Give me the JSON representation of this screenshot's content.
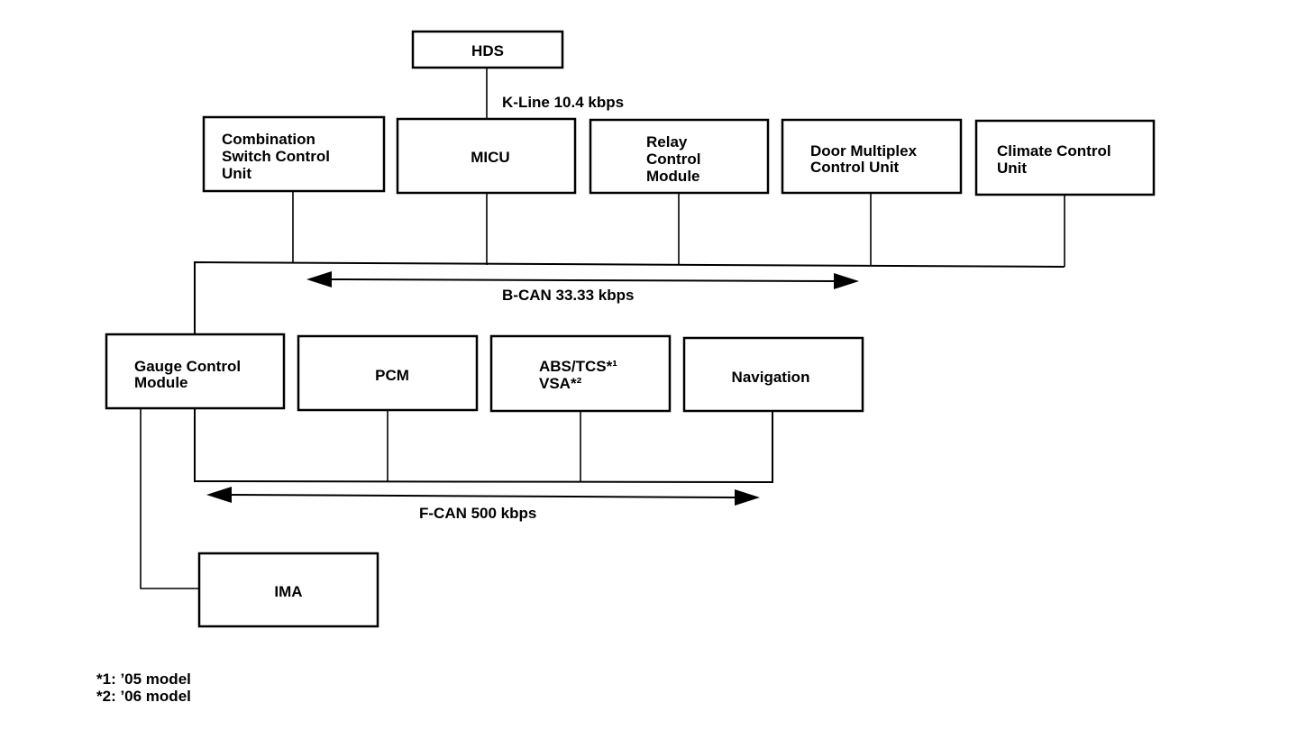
{
  "nodes": {
    "hds": [
      "HDS"
    ],
    "combination_switch": [
      "Combination",
      "Switch Control",
      "Unit"
    ],
    "micu": [
      "MICU"
    ],
    "relay_control": [
      "Relay",
      "Control",
      "Module"
    ],
    "door_multiplex": [
      "Door Multiplex",
      "Control Unit"
    ],
    "climate_control": [
      "Climate Control",
      "Unit"
    ],
    "gauge_control": [
      "Gauge Control",
      "Module"
    ],
    "pcm": [
      "PCM"
    ],
    "abs_tcs": [
      "ABS/TCS*¹",
      "VSA*²"
    ],
    "navigation": [
      "Navigation"
    ],
    "ima": [
      "IMA"
    ]
  },
  "buses": {
    "k_line": "K-Line 10.4 kbps",
    "b_can": "B-CAN 33.33 kbps",
    "f_can": "F-CAN 500 kbps"
  },
  "footnotes": [
    "*1: ’05 model",
    "*2: ’06 model"
  ]
}
